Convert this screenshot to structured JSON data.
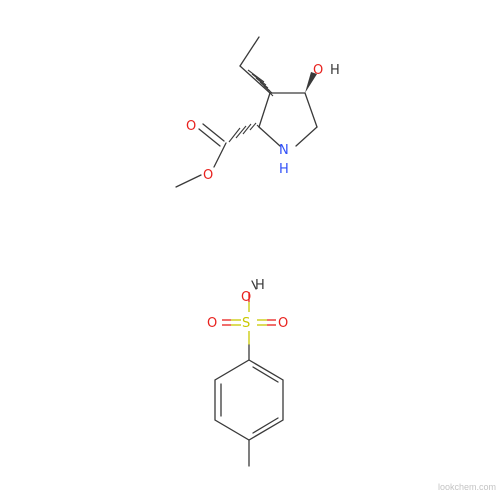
{
  "molecule_1": {
    "name": "methyl 3-ethyl-4-hydroxypyrrolidine-2-carboxylate",
    "atoms": {
      "hydroxyl_O": "O",
      "hydroxyl_H": "H",
      "amine_N": "N",
      "amine_H": "H",
      "carbonyl_O": "O",
      "ester_O": "O"
    }
  },
  "molecule_2": {
    "name": "p-toluenesulfonic acid",
    "atoms": {
      "acid_H": "H",
      "acid_O": "O",
      "sulfur": "S",
      "sulfonyl_O_left": "O",
      "sulfonyl_O_right": "O"
    }
  },
  "colors": {
    "bond": "#3a3a3a",
    "oxygen": "#e8211d",
    "nitrogen": "#3050f8",
    "sulfur": "#c8c800",
    "hydrogen": "#3a3a3a",
    "watermark": "#c4c4c4"
  },
  "watermark": "lookchem.com"
}
